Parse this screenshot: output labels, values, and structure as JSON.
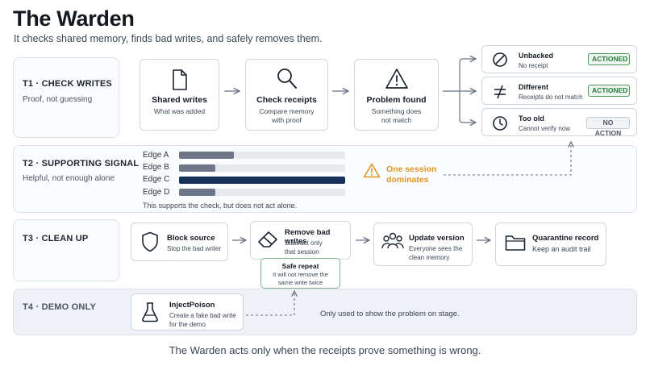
{
  "header": {
    "title": "The Warden",
    "subtitle": "It checks shared memory, finds bad writes, and safely removes them."
  },
  "t1": {
    "label": "T1 · CHECK WRITES",
    "desc": "Proof, not guessing",
    "steps": [
      {
        "title": "Shared writes",
        "text": [
          "What was added"
        ],
        "icon": "document-icon"
      },
      {
        "title": "Check receipts",
        "text": [
          "Compare memory",
          "with proof"
        ],
        "icon": "magnifier-icon"
      },
      {
        "title": "Problem found",
        "text": [
          "Something does",
          "not match"
        ],
        "icon": "warning-triangle-icon"
      }
    ],
    "outcomes": [
      {
        "title": "Unbacked",
        "text": "No receipt",
        "badge": "ACTIONED",
        "icon": "slashed-circle-icon"
      },
      {
        "title": "Different",
        "text": "Receipts do not match",
        "badge": "ACTIONED",
        "icon": "not-equal-icon"
      },
      {
        "title": "Too old",
        "text": "Cannot verify now",
        "badge": "NO ACTION",
        "icon": "clock-icon"
      }
    ]
  },
  "t2": {
    "label": "T2 · SUPPORTING SIGNAL",
    "desc": "Helpful, not enough alone",
    "edges": [
      {
        "name": "Edge A",
        "value": 0.33,
        "color": "#6d7787"
      },
      {
        "name": "Edge B",
        "value": 0.22,
        "color": "#6d7787"
      },
      {
        "name": "Edge C",
        "value": 1.0,
        "color": "#16305a"
      },
      {
        "name": "Edge D",
        "value": 0.22,
        "color": "#6d7787"
      }
    ],
    "note": "This supports the check, but does not act alone.",
    "warning_line1": "One session",
    "warning_line2": "dominates"
  },
  "t3": {
    "label": "T3 · CLEAN UP",
    "steps": [
      {
        "title": "Block source",
        "text": [
          "Stop the bad writer"
        ],
        "icon": "shield-icon"
      },
      {
        "title": "Remove bad writes",
        "text": [
          "Subtract only",
          "that session"
        ],
        "icon": "eraser-icon"
      },
      {
        "title": "Update version",
        "text": [
          "Everyone sees the",
          "clean memory"
        ],
        "icon": "people-icon"
      },
      {
        "title": "Quarantine record",
        "text": [
          "Keep an audit trail"
        ],
        "icon": "folder-icon"
      }
    ],
    "safe_repeat": {
      "title": "Safe repeat",
      "text": [
        "It will not remove the",
        "same write twice"
      ]
    }
  },
  "t4": {
    "label": "T4 · DEMO ONLY",
    "card": {
      "title": "InjectPoison",
      "text": [
        "Create a fake bad write",
        "for the demo"
      ],
      "icon": "flask-icon"
    },
    "note": "Only used to show the problem on stage."
  },
  "footer": "The Warden acts only when the receipts prove something is wrong.",
  "colors": {
    "accent_dark": "#16305a",
    "warning": "#e0951f",
    "actioned": "#2a7a3c"
  }
}
